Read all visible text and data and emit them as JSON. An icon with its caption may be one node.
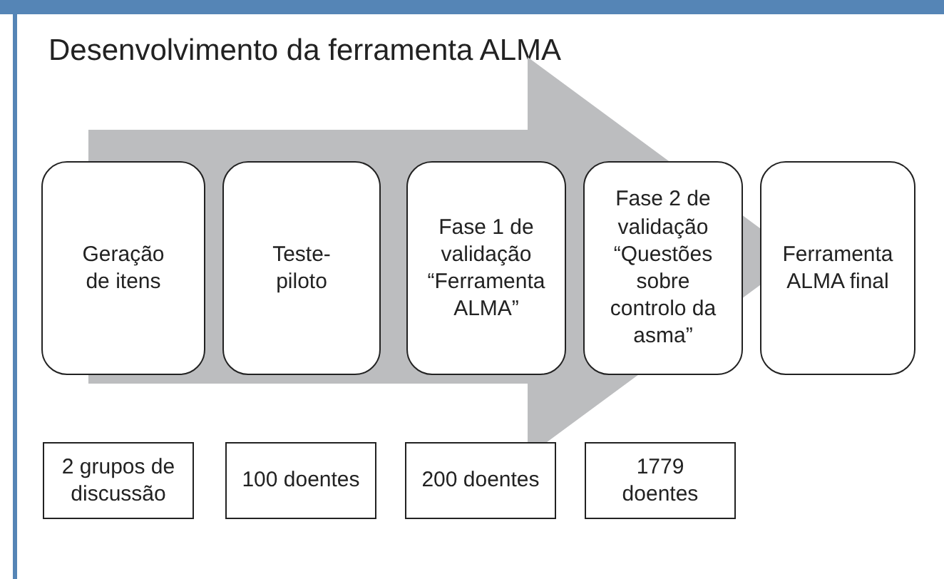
{
  "diagram": {
    "title": "Desenvolvimento da ferramenta ALMA",
    "nodes": [
      {
        "text": [
          "Geração de itens"
        ]
      },
      {
        "text": [
          "Teste-piloto"
        ]
      },
      {
        "text": [
          "Fase 1 de validação “Ferramenta ALMA”"
        ]
      },
      {
        "text": [
          "Fase 2 de validação “Questões sobre controlo da asma”"
        ]
      },
      {
        "text": [
          "Ferramenta ALMA final"
        ]
      },
      {
        "text": [
          "2 grupos de discussão"
        ]
      },
      {
        "text": [
          "100 doentes"
        ]
      },
      {
        "text": [
          "200 doentes"
        ]
      },
      {
        "text": [
          "1779 doentes"
        ]
      }
    ],
    "edges": [
      {
        "from": 0,
        "to": 4,
        "arrow": "to"
      }
    ]
  }
}
